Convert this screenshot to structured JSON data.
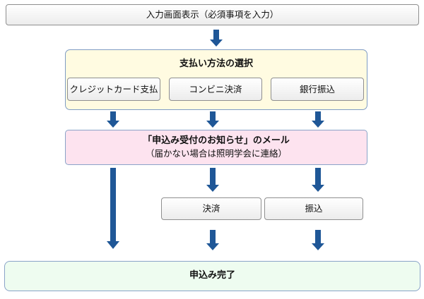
{
  "flow": {
    "entry_label": "入力画面表示（必須事項を入力）",
    "payment": {
      "title": "支払い方法の選択",
      "options": [
        "クレジットカード支払",
        "コンビニ決済",
        "銀行振込"
      ]
    },
    "mail": {
      "title": "「申込み受付のお知らせ」のメール",
      "note": "（届かない場合は照明学会に連絡）"
    },
    "steps": {
      "settlement": "決済",
      "transfer": "振込"
    },
    "complete_label": "申込み完了"
  },
  "colors": {
    "arrow": "#1f5797",
    "payment_fill": "#fffbe1",
    "mail_fill": "#fde3ef",
    "complete_fill": "#eefcf0"
  }
}
